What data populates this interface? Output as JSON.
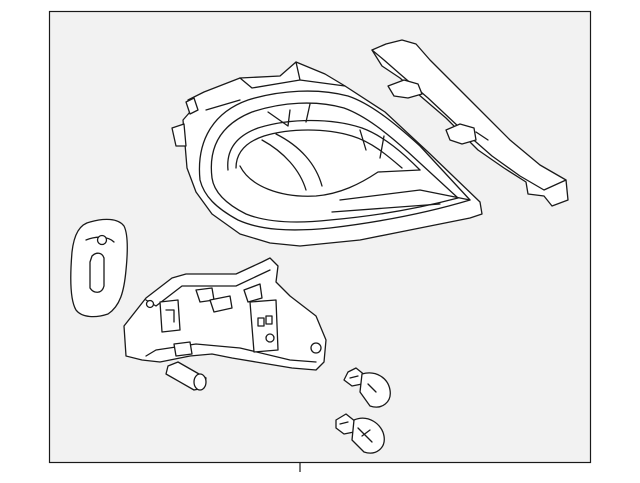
{
  "diagram": {
    "background": "#ffffff",
    "panel_color": "#f2f2f2",
    "line_color": "#1a1a1a",
    "parts": [
      {
        "id": "tail-lamp-assembly"
      },
      {
        "id": "lamp-seal-strip"
      },
      {
        "id": "lamp-gasket"
      },
      {
        "id": "bulb-socket-plate"
      },
      {
        "id": "bulb-upper"
      },
      {
        "id": "bulb-lower"
      }
    ]
  }
}
